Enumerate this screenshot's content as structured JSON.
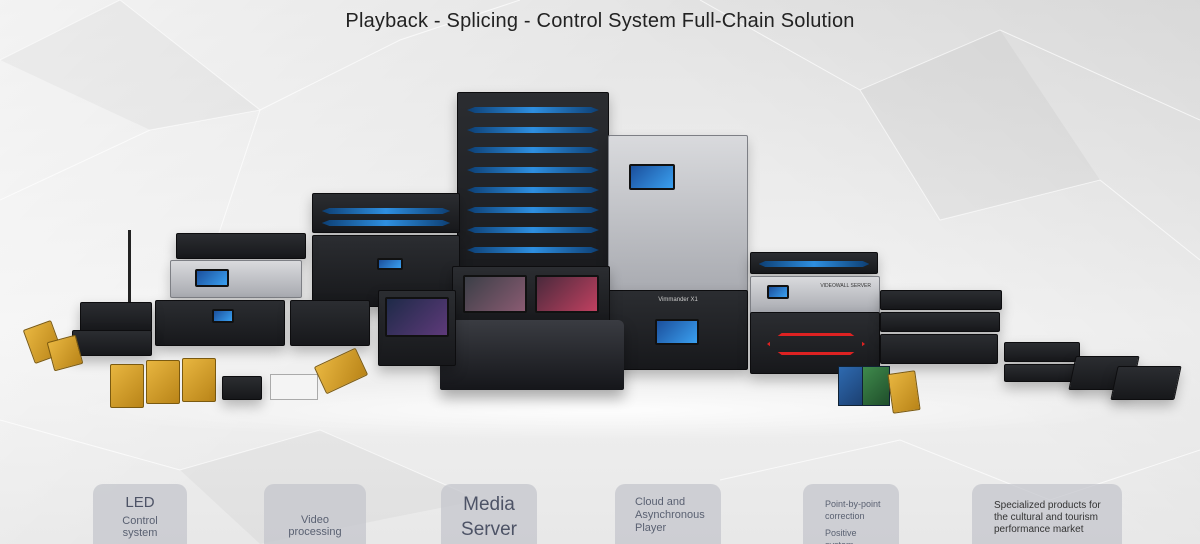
{
  "headline": "Playback - Splicing - Control System Full-Chain Solution",
  "products": {
    "vimmander_label": "Vimmander X1",
    "videowall_label": "VIDEOWALL SERVER"
  },
  "categories": [
    {
      "line1": "LED",
      "line2": "Control system"
    },
    {
      "line1": "Video processing"
    },
    {
      "line1": "Media",
      "line2": "Server"
    },
    {
      "line1": "Cloud and",
      "line2": "Asynchronous",
      "line3": "Player"
    },
    {
      "line1": "Point-by-point",
      "line2": "correction",
      "line3": "Positive system"
    },
    {
      "line1": "Specialized products for",
      "line2": "the cultural and tourism",
      "line3": "performance market"
    }
  ],
  "colors": {
    "accent": "#2e8fe0",
    "card_bg": "#c4c6cc",
    "text": "#222222"
  }
}
